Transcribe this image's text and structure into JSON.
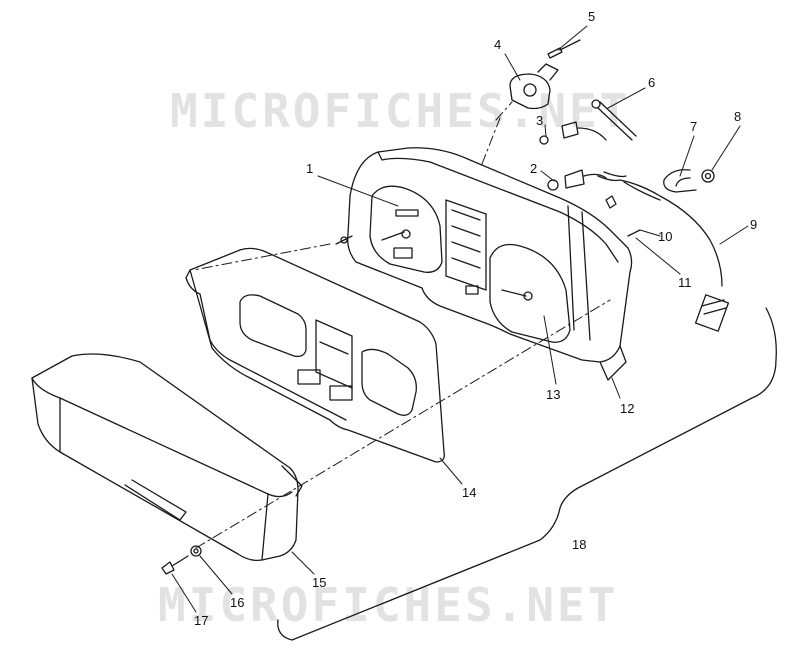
{
  "watermarks": {
    "top": "MICROFICHES.NET",
    "bottom": "MICROFICHES.NET"
  },
  "callouts": [
    "1",
    "2",
    "3",
    "4",
    "5",
    "6",
    "7",
    "8",
    "9",
    "10",
    "11",
    "12",
    "13",
    "14",
    "15",
    "16",
    "17",
    "18"
  ],
  "colors": {
    "line": "#1a1a1a",
    "watermark": "#e2e2e2",
    "background": "#ffffff"
  }
}
